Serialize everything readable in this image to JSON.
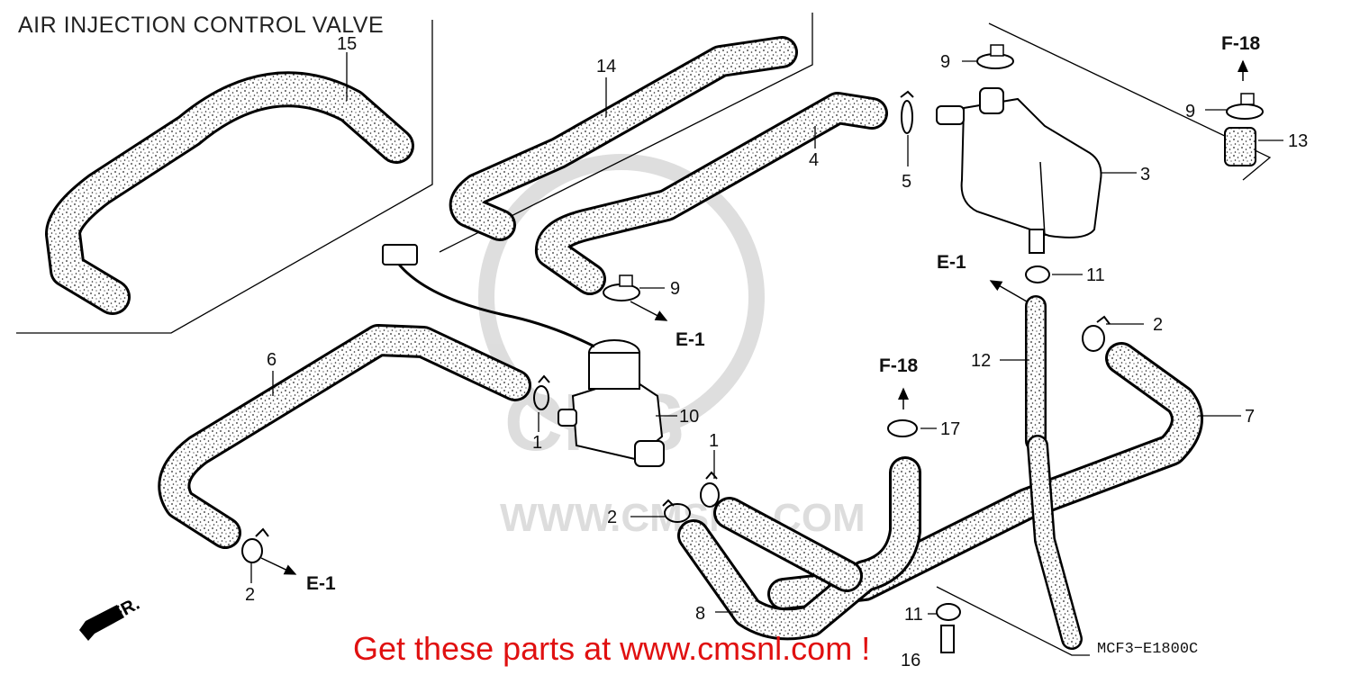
{
  "title": "AIR INJECTION CONTROL VALVE",
  "footer": "Get these parts at www.cmsnl.com !",
  "diagram_code": "MCF3−E1800C",
  "watermark": "WWW.CMSNL.COM",
  "front_marker": "FR.",
  "accent_color": "#e01010",
  "callouts": {
    "c1a": "1",
    "c1b": "1",
    "c2a": "2",
    "c2b": "2",
    "c2c": "2",
    "c3": "3",
    "c4": "4",
    "c5": "5",
    "c6": "6",
    "c7": "7",
    "c8": "8",
    "c9a": "9",
    "c9b": "9",
    "c9c": "9",
    "c10": "10",
    "c11a": "11",
    "c11b": "11",
    "c12": "12",
    "c13": "13",
    "c14": "14",
    "c15": "15",
    "c16": "16",
    "c17": "17"
  },
  "refs": {
    "e1_left": "E-1",
    "e1_mid": "E-1",
    "e1_right": "E-1",
    "f18_top": "F-18",
    "f18_mid": "F-18"
  }
}
